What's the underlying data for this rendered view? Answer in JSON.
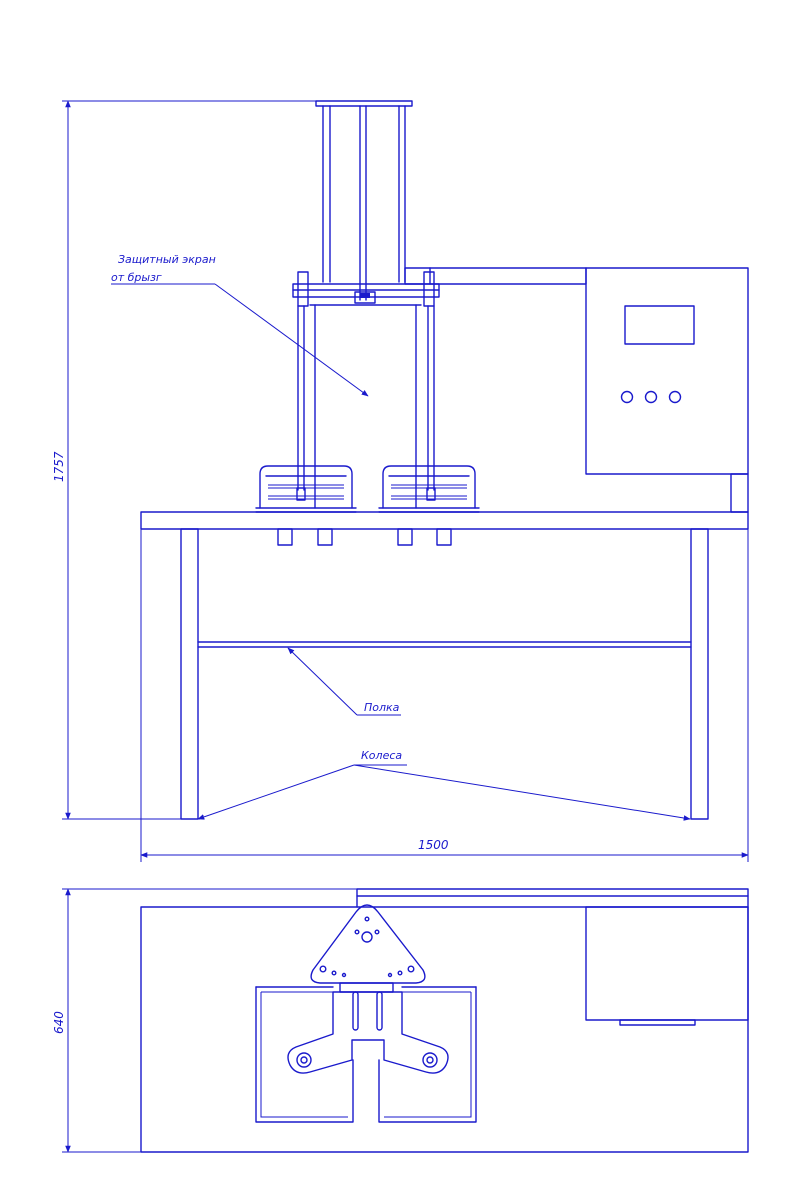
{
  "colors": {
    "line": "#1a1acc",
    "background": "#ffffff"
  },
  "front_view": {
    "callouts": {
      "shield_line1": "Защитный экран",
      "shield_line2": "от брызг",
      "shelf": "Полка",
      "wheels": "Колеса"
    },
    "dimensions": {
      "height": "1757",
      "width": "1500"
    }
  },
  "top_view": {
    "dimensions": {
      "depth": "640"
    }
  }
}
